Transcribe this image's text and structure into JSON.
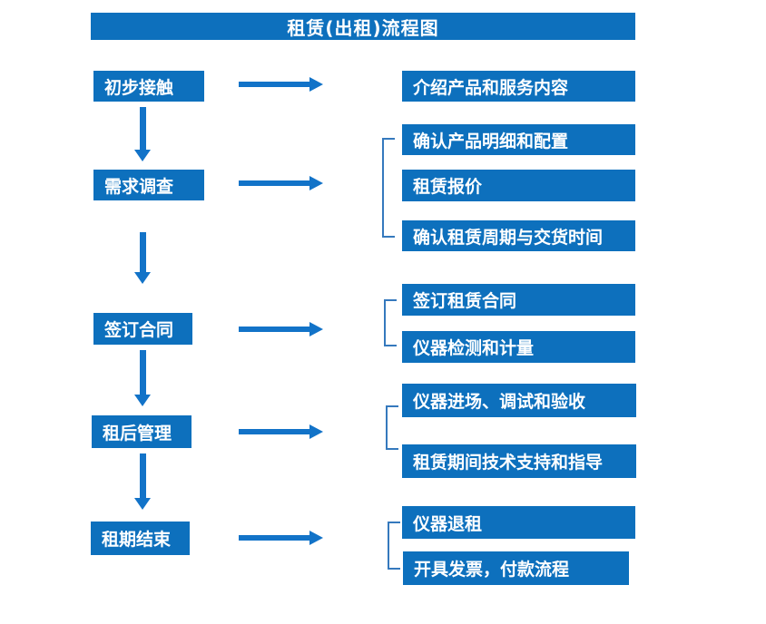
{
  "title": "租赁(出租)流程图",
  "colors": {
    "box": "#0d70bd",
    "arrow": "#1273c8",
    "bracket": "#3579bd",
    "text": "#ffffff"
  },
  "stages": [
    {
      "label": "初步接触",
      "details": [
        "介绍产品和服务内容"
      ]
    },
    {
      "label": "需求调查",
      "details": [
        "确认产品明细和配置",
        "租赁报价",
        "确认租赁周期与交货时间"
      ]
    },
    {
      "label": "签订合同",
      "details": [
        "签订租赁合同",
        "仪器检测和计量"
      ]
    },
    {
      "label": "租后管理",
      "details": [
        "仪器进场、调试和验收",
        "租赁期间技术支持和指导"
      ]
    },
    {
      "label": "租期结束",
      "details": [
        "仪器退租",
        "开具发票，付款流程"
      ]
    }
  ]
}
